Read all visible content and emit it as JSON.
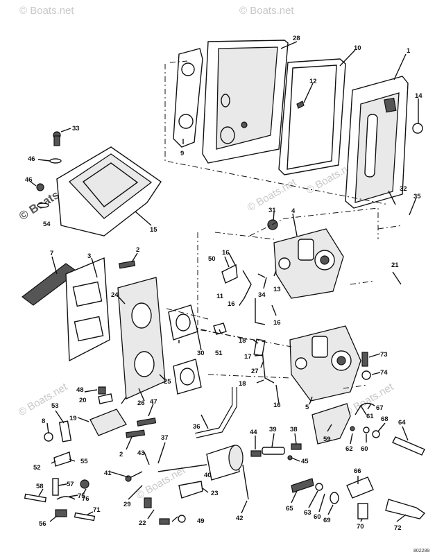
{
  "watermark": {
    "text": "© Boats.net",
    "positions_note": ""
  },
  "logo_text": "© Boats.net",
  "diagram_code": "802289",
  "callouts": [
    {
      "id": "c1",
      "text": "1"
    },
    {
      "id": "c2",
      "text": "2"
    },
    {
      "id": "c2b",
      "text": "2"
    },
    {
      "id": "c3",
      "text": "3"
    },
    {
      "id": "c4",
      "text": "4"
    },
    {
      "id": "c5",
      "text": "5"
    },
    {
      "id": "c7",
      "text": "7"
    },
    {
      "id": "c8",
      "text": "8"
    },
    {
      "id": "c9",
      "text": "9"
    },
    {
      "id": "c10",
      "text": "10"
    },
    {
      "id": "c11",
      "text": "11"
    },
    {
      "id": "c12",
      "text": "12"
    },
    {
      "id": "c13",
      "text": "13"
    },
    {
      "id": "c14",
      "text": "14"
    },
    {
      "id": "c15",
      "text": "15"
    },
    {
      "id": "c16a",
      "text": "16"
    },
    {
      "id": "c16b",
      "text": "16"
    },
    {
      "id": "c16c",
      "text": "16"
    },
    {
      "id": "c16d",
      "text": "16"
    },
    {
      "id": "c17",
      "text": "17"
    },
    {
      "id": "c18a",
      "text": "18"
    },
    {
      "id": "c18b",
      "text": "18"
    },
    {
      "id": "c19",
      "text": "19"
    },
    {
      "id": "c20",
      "text": "20"
    },
    {
      "id": "c21",
      "text": "21"
    },
    {
      "id": "c22",
      "text": "22"
    },
    {
      "id": "c23",
      "text": "23"
    },
    {
      "id": "c24",
      "text": "24"
    },
    {
      "id": "c25",
      "text": "25"
    },
    {
      "id": "c26",
      "text": "26"
    },
    {
      "id": "c27",
      "text": "27"
    },
    {
      "id": "c28",
      "text": "28"
    },
    {
      "id": "c29",
      "text": "29"
    },
    {
      "id": "c30",
      "text": "30"
    },
    {
      "id": "c31",
      "text": "31"
    },
    {
      "id": "c32",
      "text": "32"
    },
    {
      "id": "c33",
      "text": "33"
    },
    {
      "id": "c34",
      "text": "34"
    },
    {
      "id": "c35",
      "text": "35"
    },
    {
      "id": "c36",
      "text": "36"
    },
    {
      "id": "c37",
      "text": "37"
    },
    {
      "id": "c38",
      "text": "38"
    },
    {
      "id": "c39",
      "text": "39"
    },
    {
      "id": "c40",
      "text": "40"
    },
    {
      "id": "c41",
      "text": "41"
    },
    {
      "id": "c42",
      "text": "42"
    },
    {
      "id": "c43",
      "text": "43"
    },
    {
      "id": "c44",
      "text": "44"
    },
    {
      "id": "c45",
      "text": "45"
    },
    {
      "id": "c46a",
      "text": "46"
    },
    {
      "id": "c46b",
      "text": "46"
    },
    {
      "id": "c47",
      "text": "47"
    },
    {
      "id": "c48",
      "text": "48"
    },
    {
      "id": "c49",
      "text": "49"
    },
    {
      "id": "c50",
      "text": "50"
    },
    {
      "id": "c51",
      "text": "51"
    },
    {
      "id": "c52",
      "text": "52"
    },
    {
      "id": "c53",
      "text": "53"
    },
    {
      "id": "c54",
      "text": "54"
    },
    {
      "id": "c55",
      "text": "55"
    },
    {
      "id": "c56",
      "text": "56"
    },
    {
      "id": "c57",
      "text": "57"
    },
    {
      "id": "c58",
      "text": "58"
    },
    {
      "id": "c59",
      "text": "59"
    },
    {
      "id": "c60a",
      "text": "60"
    },
    {
      "id": "c60b",
      "text": "60"
    },
    {
      "id": "c61",
      "text": "61"
    },
    {
      "id": "c62",
      "text": "62"
    },
    {
      "id": "c63",
      "text": "63"
    },
    {
      "id": "c64",
      "text": "64"
    },
    {
      "id": "c65",
      "text": "65"
    },
    {
      "id": "c66",
      "text": "66"
    },
    {
      "id": "c67",
      "text": "67"
    },
    {
      "id": "c68",
      "text": "68"
    },
    {
      "id": "c69",
      "text": "69"
    },
    {
      "id": "c70",
      "text": "70"
    },
    {
      "id": "c71",
      "text": "71"
    },
    {
      "id": "c72",
      "text": "72"
    },
    {
      "id": "c73",
      "text": "73"
    },
    {
      "id": "c74",
      "text": "74"
    },
    {
      "id": "c75",
      "text": "75"
    },
    {
      "id": "c76",
      "text": "76"
    }
  ]
}
